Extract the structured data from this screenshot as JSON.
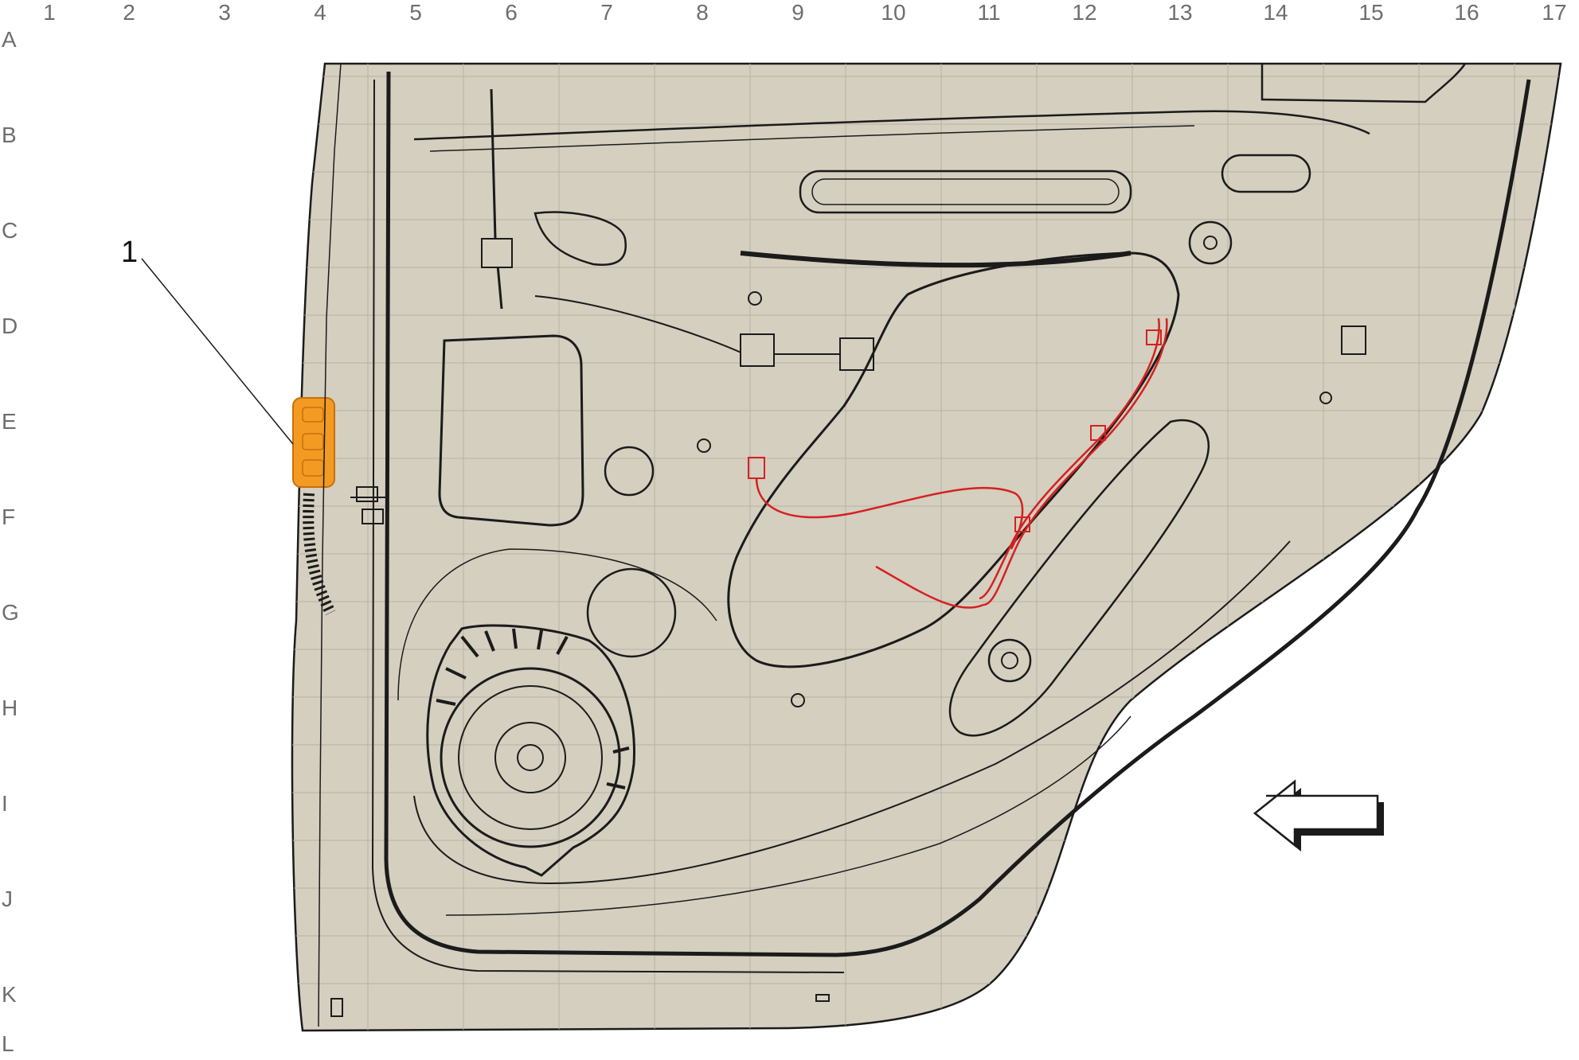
{
  "grid": {
    "columns": [
      "1",
      "2",
      "3",
      "4",
      "5",
      "6",
      "7",
      "8",
      "9",
      "10",
      "11",
      "12",
      "13",
      "14",
      "15",
      "16",
      "17"
    ],
    "rows": [
      "A",
      "B",
      "C",
      "D",
      "E",
      "F",
      "G",
      "H",
      "I",
      "J",
      "K",
      "L"
    ]
  },
  "callouts": [
    {
      "number": "1"
    }
  ],
  "colors": {
    "panel_fill": "#d4cfbf",
    "grid_line": "#b6b2a6",
    "outline": "#1b1b1b",
    "highlight_component": "#f39a22",
    "wiring_harness": "#d62020",
    "label_text": "#6e6e6e"
  },
  "icons": {
    "direction_arrow": "left-arrow-icon"
  }
}
